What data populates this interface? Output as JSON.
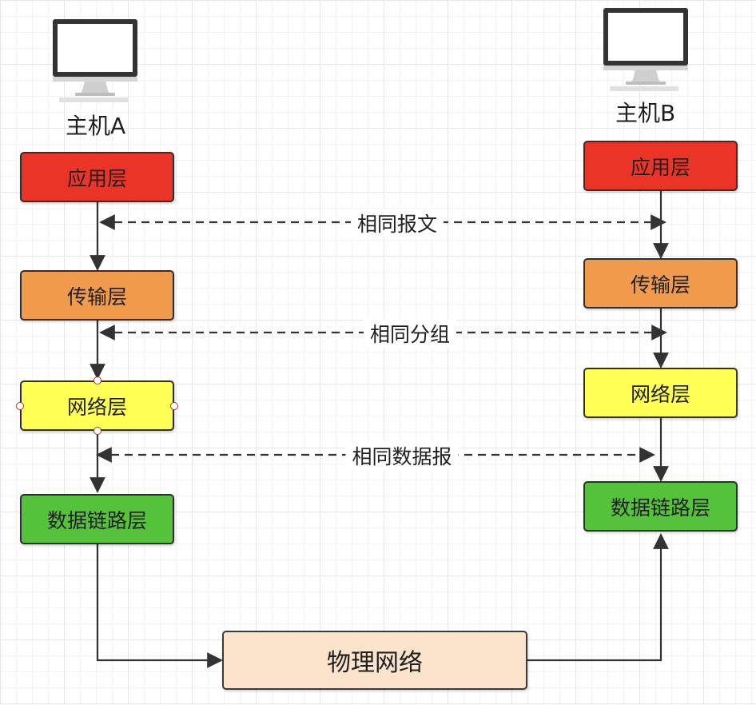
{
  "hosts": {
    "a": {
      "label": "主机A"
    },
    "b": {
      "label": "主机B"
    }
  },
  "layers": {
    "app": "应用层",
    "transport": "传输层",
    "network": "网络层",
    "datalink": "数据链路层"
  },
  "physical": "物理网络",
  "peer_labels": {
    "app": "相同报文",
    "transport": "相同分组",
    "network": "相同数据报"
  },
  "colors": {
    "app": "#ea3427",
    "transport": "#ef9a4c",
    "network": "#ffff55",
    "datalink": "#55c23c",
    "physical": "#fbe3cc"
  }
}
